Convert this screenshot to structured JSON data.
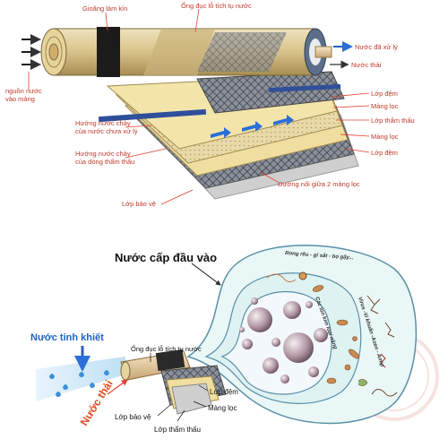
{
  "top_diagram": {
    "labels": {
      "gasket": "Gioăng làm kín",
      "collection_tube": "Ống đục lỗ tích tụ nước",
      "treated_water": "Nước đã xử lý",
      "waste_water": "Nước thải",
      "source_water": "nguồn nước\nvào màng",
      "spacer_1": "Lớp đệm",
      "membrane_1": "Màng lọc",
      "permeate_layer": "Lớp thẩm thấu",
      "membrane_2": "Màng lọc",
      "spacer_2": "Lớp đệm",
      "untreated_flow": "Hướng nước chảy\ncủa nước chưa xử lý",
      "permeate_flow": "Hướng nước chảy\ncủa dòng thẩm thấu",
      "seam": "Đường nối giữa 2 màng lọc",
      "protective_layer": "Lớp bảo vệ"
    }
  },
  "bottom_diagram": {
    "labels": {
      "feed_water": "Nước cấp đầu vào",
      "pure_water": "Nước tinh khiết",
      "waste_water": "Nước thải",
      "collection_tube": "Ống đục lỗ tích tụ nước",
      "spacer": "Lớp đệm",
      "membrane": "Màng lọc",
      "protective_layer": "Lớp bảo vệ",
      "permeate_layer": "Lớp thẩm thấu",
      "contaminants_outer": "Rong rêu - gỉ sắt - bọ gậy...",
      "contaminants_middle": "Virus -Vi khuẩn -Asen - Amip",
      "contaminants_inner": "Các ion kim loại nặng"
    }
  },
  "colors": {
    "label_red": "#c0392b",
    "label_blue": "#1f63c2",
    "pointer_red": "#e04030",
    "membrane_yellow": "#f0dea0",
    "spacer_blue": "#2f4f9a",
    "bubble_fill": "#eaf7f7",
    "bubble_stroke": "#5a8fa6"
  }
}
